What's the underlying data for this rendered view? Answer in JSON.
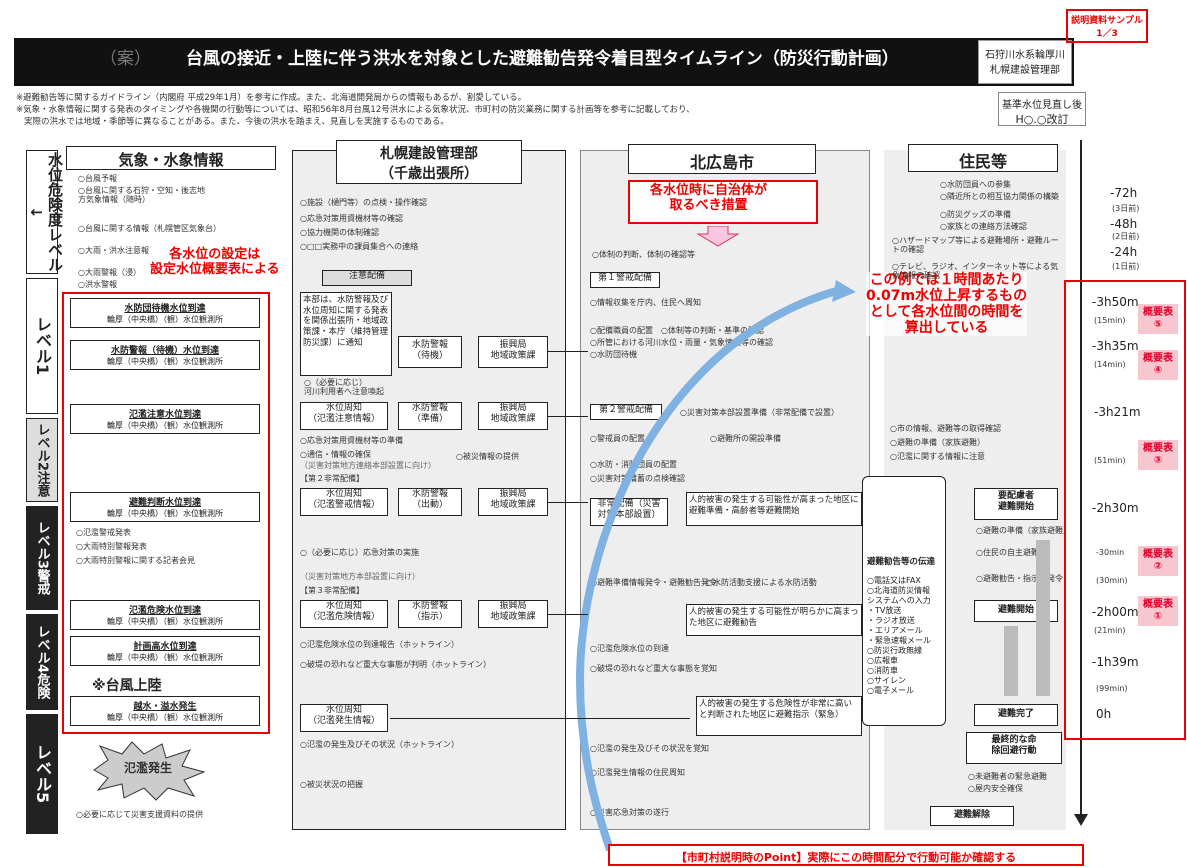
{
  "sample_label": "説明資料サンプル\n1／3",
  "header": {
    "draft": "（案）",
    "title": "台風の接近・上陸に伴う洪水を対象とした避難勧告発令着目型タイムライン（防災行動計画）",
    "org_line1": "石狩川水系輪厚川",
    "org_line2": "札幌建設管理部"
  },
  "notes": {
    "line1": "※避難勧告等に関するガイドライン（内閣府 平成29年1月）を参考に作成。また、北海道開発局からの情報もあるが、割愛している。",
    "line2": "※気象・水象情報に関する発表のタイミングや各機関の行動等については、昭和56年8月台風12号洪水による気象状況、市町村の防災業務に関する計画等を参考に記載しており、",
    "line3": "実際の洪水では地域・季節等に異なることがある。また、今後の洪水を踏まえ、見直しを実施するものである。"
  },
  "revision": {
    "line1": "基準水位見直し後",
    "line2": "H○.○改訂"
  },
  "levels": {
    "danger_label": "水位危険度レベル↓",
    "l1": "レベル1",
    "l2": "レベル2注意",
    "l3": "レベル3警戒",
    "l4": "レベル4危険",
    "l5": "レベル5"
  },
  "columns": {
    "weather": "気象・水象情報",
    "sapporo_1": "札幌建設管理部",
    "sapporo_2": "（千歳出張所）",
    "city": "北広島市",
    "residents": "住民等"
  },
  "weather_items": {
    "i1": "○台風予報",
    "i2": "○台風に関する石狩・空知・後志地方気象情報（随時）",
    "i3": "○台風に関する情報（札幌管区気象台）",
    "i4": "○大雨・洪水注意報",
    "i5": "○大雨警報（浸）",
    "i6": "○洪水警報",
    "mid1": "○氾濫警戒発表",
    "mid2": "○大雨特別警報発表",
    "mid3": "○大雨特別警報に関する記者会見",
    "typhoon": "※台風上陸",
    "flood": "氾濫発生",
    "last": "○必要に応じて災害支援資料の提供"
  },
  "annotation_settings": "各水位の設定は\n設定水位概要表による",
  "water_levels": {
    "w1": "水防団待機水位到達",
    "w2": "水防警報（待機）水位到達",
    "w3": "氾濫注意水位到達",
    "w4": "避難判断水位到達",
    "w5": "氾濫危険水位到達",
    "w6": "計画高水位到達",
    "w7": "越水・溢水発生",
    "sub": "輪厚（中央橋）（観）水位観測所"
  },
  "sapporo_items": {
    "s1": "○施設（樋門等）の点検・操作確認",
    "s2": "○応急対策用資機材等の確認",
    "s3": "○協力機関の体制確認",
    "s4": "○□□実務中の課員集合への連絡",
    "alert0": "注意配備",
    "note_box": "本部は、水防警報及び水位周知に関する発表を関係出張所・地域政策課・本庁（維持管理防災課）に通知",
    "warn_standby": "水防警報\n（待機）",
    "office": "振興局\n地域政策課",
    "attention_call": "○（必要に応じ）\n河川利用者へ注意喚起",
    "wl_notice_attn": "水位周知\n（氾濫注意情報）",
    "warn_prep": "水防警報\n（準備）",
    "s5": "○応急対策用資機材等の準備",
    "s6": "○通信・情報の確保",
    "s6b": "（災害対策地方連絡本部設置に向け）",
    "share": "○被災情報の提供",
    "alert2": "【第２非常配備】",
    "wl_notice_warn": "水位周知\n（氾濫警戒情報）",
    "warn_dispatch": "水防警報\n（出動）",
    "s7": "○（必要に応じ）応急対策の実施",
    "s7b": "（災害対策地方本部設置に向け）",
    "alert3": "【第３非常配備】",
    "wl_notice_danger": "水位周知\n（氾濫危険情報）",
    "warn_order": "水防警報\n（指示）",
    "s8": "○氾濫危険水位の到達報告（ホットライン）",
    "s9": "○破堤の恐れなど重大な事態が判明（ホットライン）",
    "wl_notice_occur": "水位周知\n（氾濫発生情報）",
    "s10": "○氾濫の発生及びその状況（ホットライン）",
    "s11": "○被災状況の把握"
  },
  "city_items": {
    "callout": "各水位時に自治体が\n取るべき措置",
    "c1": "○体制の判断、体制の確認等",
    "alert1": "第１警戒配備",
    "c2": "○情報収集を庁内、住民へ周知",
    "c3": "○配備職員の配置　○体制等の判断・基準の確認",
    "c4": "○所管における河川水位・雨量・気象情報等の確認",
    "c5": "○水防団待機",
    "alert2": "第２警戒配備",
    "c6": "○災害対策本部設置準備（非常配備で設置）",
    "c7": "○警戒員の配置",
    "c8": "○避難所の開設準備",
    "c9": "○水防・消防団員の配置",
    "c10": "○災害対策備蓄の点検確認",
    "special": "非常配備（災害\n対策本部設置）",
    "evac_prep": "人的被害の発生する可能性が高まった地区に避難準備・高齢者等避難開始",
    "c11": "○避難準備情報発令・避難勧告発令",
    "c12": "○水防活動支援による水防活動",
    "evac_order": "人的被害の発生する可能性が明らかに高まった地区に避難勧告",
    "c13": "○氾濫危険水位の到達",
    "c14": "○破堤の恐れなど重大な事態を覚知",
    "evac_emergency": "人的被害の発生する危険性が非常に高いと判断された地区に避難指示（緊急）",
    "c15": "○氾濫の発生及びその状況を覚知",
    "c16": "○氾濫発生情報の住民周知",
    "c17": "○災害応急対策の遂行"
  },
  "annotation_rate": "この例では１時間あたり\n0.07m水位上昇するもの\nとして各水位間の時間を\n算出している",
  "resident_items": {
    "r1": "○水防団員への参集",
    "r2": "○隣近所との相互協力関係の構築",
    "r3": "○防災グッズの準備",
    "r4": "○家族との連絡方法確認",
    "r5": "○ハザードマップ等による避難場所・避難ルートの確認",
    "r6": "○テレビ、ラジオ、インターネット等による気象情報の確認",
    "r7": "○市の情報、避難等の取得確認",
    "r8": "○避難の準備（家族避難）",
    "r9": "○氾濫に関する情報に注意",
    "elderly": "要配慮者\n避難開始",
    "r10": "○避難の準備（家族避難）",
    "r11": "○住民の自主避難",
    "r12": "○避難勧告・指示の発令",
    "evac_start": "避難開始",
    "evac_done": "避難完了",
    "final": "最終的な命\n除回避行動",
    "r13": "○未避難者の緊急避難",
    "r14": "○屋内安全確保",
    "cancel": "避難解除"
  },
  "comm": {
    "title": "避難勧告等の伝達",
    "list": "○電話又はFAX\n○北海道防災情報\nシステムへの入力\n・TV放送\n・ラジオ放送\n・エリアメール\n・緊急速報メール\n○防災行政無線\n○広報車\n○消防車\n○サイレン\n○電子メール"
  },
  "timeline": {
    "t1": "-72h",
    "t1b": "(3日前)",
    "t2": "-48h",
    "t2b": "(2日前)",
    "t3": "-24h",
    "t3b": "(1日前)",
    "t4": "-3h50m",
    "t4b": "(15min)",
    "t5": "-3h35m",
    "t5b": "(14min)",
    "t6": "-3h21m",
    "t7": "(51min)",
    "t8": "-2h30m",
    "t9": "-30min",
    "t10": "(30min)",
    "t11": "-2h00m",
    "t11b": "(21min)",
    "t12": "-1h39m",
    "t13": "(99min)",
    "t14": "0h"
  },
  "badges": {
    "b5": "概要表\n⑤",
    "b4": "概要表\n④",
    "b3": "概要表\n③",
    "b2": "概要表\n②",
    "b1": "概要表\n①"
  },
  "footer_point": "【市町村説明時のPoint】実際にこの時間配分で行動可能か確認する"
}
